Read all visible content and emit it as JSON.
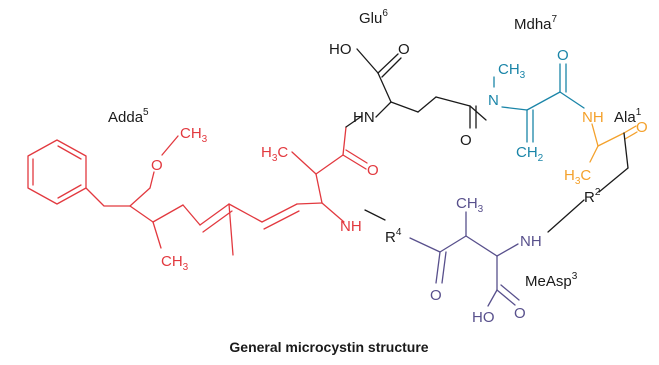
{
  "caption": "General microcystin structure",
  "colors": {
    "adda": "#e2393f",
    "glu": "#000000",
    "mdha": "#1a85a8",
    "ala": "#f4a12c",
    "measp": "#58508c",
    "black": "#1a1a1a"
  },
  "residues": {
    "adda": {
      "name": "Adda",
      "num": "5"
    },
    "glu": {
      "name": "Glu",
      "num": "6"
    },
    "mdha": {
      "name": "Mdha",
      "num": "7"
    },
    "ala": {
      "name": "Ala",
      "num": "1"
    },
    "measp": {
      "name": "MeAsp",
      "num": "3"
    }
  },
  "variable_groups": {
    "r2": {
      "letter": "R",
      "num": "2"
    },
    "r4": {
      "letter": "R",
      "num": "4"
    }
  },
  "atoms": {
    "O": "O",
    "HO": "HO",
    "NH": "NH",
    "HN": "HN",
    "N": "N",
    "CH": "CH",
    "H3C_H": "H",
    "H3C_C": "C",
    "sub3": "3",
    "sub2": "2"
  }
}
